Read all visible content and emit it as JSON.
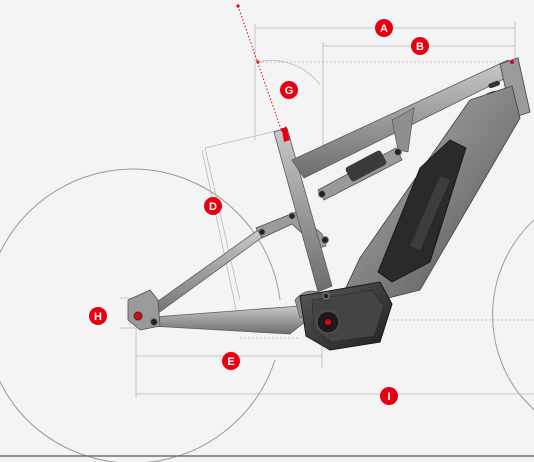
{
  "diagram": {
    "geometry_labels": [
      "A",
      "B",
      "G",
      "D",
      "H",
      "E",
      "I"
    ],
    "colors": {
      "background": "#f4f4f4",
      "badge": "#e60012",
      "frame_light": "#b3b3b3",
      "frame_mid": "#8c8c8c",
      "frame_dark": "#4a4a4a",
      "motor": "#2b2b2b",
      "guide_line": "#b9b9b9"
    },
    "icons": [
      "bike-frame-illustration",
      "rear-shock-icon",
      "motor-housing-icon",
      "battery-pack-icon"
    ]
  }
}
